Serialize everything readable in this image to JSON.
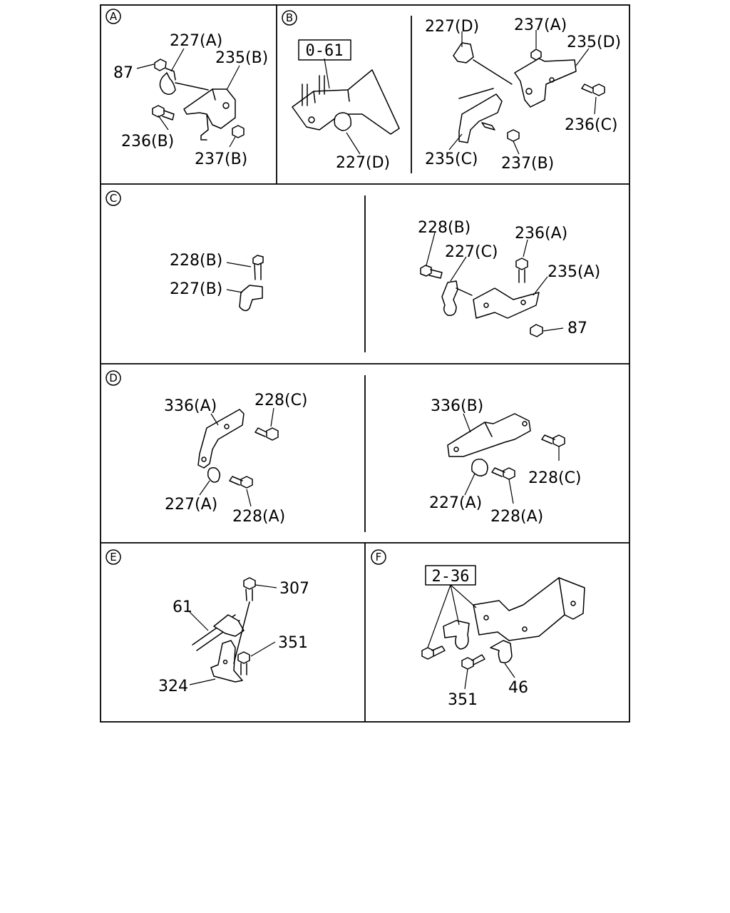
{
  "sections": {
    "A": "A",
    "B": "B",
    "C": "C",
    "D": "D",
    "E": "E",
    "F": "F"
  },
  "refs": {
    "b_ref": "0-61",
    "f_ref": "2-36"
  },
  "callouts": {
    "a_227A": "227(A)",
    "a_87": "87",
    "a_235B": "235(B)",
    "a_236B": "236(B)",
    "a_237B": "237(B)",
    "b1_227D": "227(D)",
    "b2_227D": "227(D)",
    "b2_237A": "237(A)",
    "b2_235D": "235(D)",
    "b2_236C": "236(C)",
    "b2_235C": "235(C)",
    "b2_237B": "237(B)",
    "c1_228B": "228(B)",
    "c1_227B": "227(B)",
    "c2_228B": "228(B)",
    "c2_227C": "227(C)",
    "c2_236A": "236(A)",
    "c2_235A": "235(A)",
    "c2_87": "87",
    "d1_336A": "336(A)",
    "d1_228C": "228(C)",
    "d1_227A": "227(A)",
    "d1_228A": "228(A)",
    "d2_336B": "336(B)",
    "d2_228C": "228(C)",
    "d2_227A": "227(A)",
    "d2_228A": "228(A)",
    "e_307": "307",
    "e_61": "61",
    "e_351": "351",
    "e_324": "324",
    "f_351": "351",
    "f_46": "46"
  }
}
